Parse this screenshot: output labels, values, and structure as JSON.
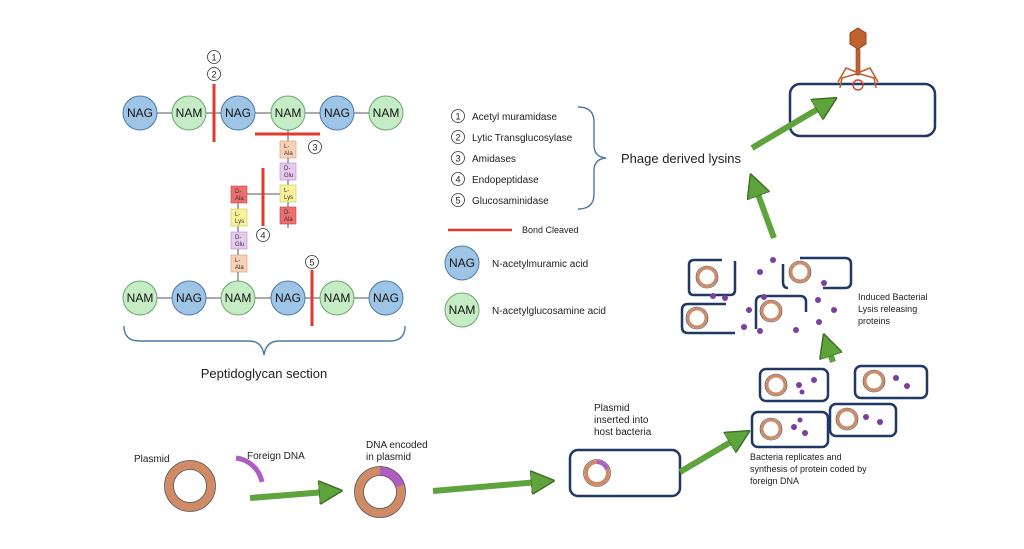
{
  "peptidoglycan": {
    "top_chain": [
      "NAG",
      "NAM",
      "NAG",
      "NAM",
      "NAG",
      "NAM"
    ],
    "bottom_chain": [
      "NAM",
      "NAG",
      "NAM",
      "NAG",
      "NAM",
      "NAG"
    ],
    "upper_peptide": [
      [
        "L-",
        "Ala"
      ],
      [
        "D-",
        "Glu"
      ],
      [
        "L-",
        "Lys"
      ],
      [
        "D-",
        "Ala"
      ]
    ],
    "lower_peptide": [
      [
        "D-",
        "Ala"
      ],
      [
        "L-",
        "Lys"
      ],
      [
        "D-",
        "Glu"
      ],
      [
        "L-",
        "Ala"
      ]
    ],
    "site_numbers": [
      "1",
      "2",
      "3",
      "4",
      "5"
    ],
    "section_label": "Peptidoglycan section"
  },
  "legend": {
    "enzymes": [
      {
        "num": "1",
        "name": "Acetyl muramidase"
      },
      {
        "num": "2",
        "name": "Lytic Transglucosylase"
      },
      {
        "num": "3",
        "name": "Amidases"
      },
      {
        "num": "4",
        "name": "Endopeptidase"
      },
      {
        "num": "5",
        "name": "Glucosaminidase"
      }
    ],
    "group_label": "Phage derived lysins",
    "bond_label": "Bond Cleaved",
    "nag_symbol": "NAG",
    "nag_desc": "N-acetylmuramic acid",
    "nam_symbol": "NAM",
    "nam_desc": "N-acetylglucosamine acid"
  },
  "workflow": {
    "plasmid_label": "Plasmid",
    "foreign_dna_label": "Foreign DNA",
    "encoded_label": [
      "DNA  encoded",
      "in plasmid"
    ],
    "inserted_label": [
      "Plasmid",
      "inserted into",
      "host bacteria"
    ],
    "replicates_label": [
      "Bacteria replicates and",
      "synthesis of protein coded by",
      "foreign DNA"
    ],
    "lysis_label": [
      "Induced Bacterial",
      "Lysis releasing",
      "proteins"
    ]
  },
  "colors": {
    "nag_fill": "#9ec4e6",
    "nam_fill": "#c6ecc6",
    "cleave_red": "#e03a2f",
    "arrow_green": "#5fa33c",
    "cell_border": "#1f3864",
    "protein_purple": "#7b3fa0",
    "plasmid_orange": "#e4a98a",
    "foreign_dna": "#b15bc4",
    "phage_head": "#c0622e"
  }
}
